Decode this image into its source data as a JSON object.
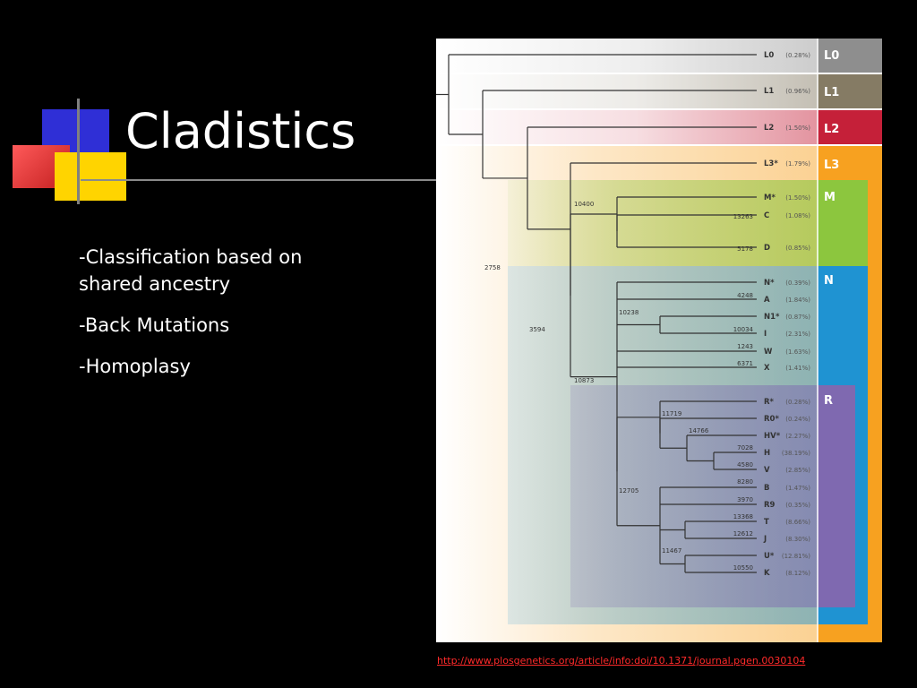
{
  "slide": {
    "title": "Cladistics",
    "bullets": [
      "-Classification based on shared ancestry",
      "-Back Mutations",
      "-Homoplasy"
    ],
    "citation": "http://www.plosgenetics.org/article/info:doi/10.1371/journal.pgen.0030104"
  },
  "colors": {
    "L0": "#8e8e8e",
    "L1": "#857b64",
    "L2": "#c52039",
    "L3": "#f7a120",
    "M": "#8cc63e",
    "N": "#1f93d2",
    "R": "#7f69b0"
  },
  "figure": {
    "bands": [
      "L0",
      "L1",
      "L2",
      "L3",
      "M",
      "N",
      "R"
    ],
    "leaves": [
      {
        "name": "L0",
        "pct": "(0.28%)"
      },
      {
        "name": "L1",
        "pct": "(0.96%)"
      },
      {
        "name": "L2",
        "pct": "(1.50%)"
      },
      {
        "name": "L3*",
        "pct": "(1.79%)"
      },
      {
        "name": "M*",
        "pct": "(1.50%)"
      },
      {
        "name": "C",
        "pct": "(1.08%)"
      },
      {
        "name": "D",
        "pct": "(0.85%)"
      },
      {
        "name": "N*",
        "pct": "(0.39%)"
      },
      {
        "name": "A",
        "pct": "(1.84%)"
      },
      {
        "name": "N1*",
        "pct": "(0.87%)"
      },
      {
        "name": "I",
        "pct": "(2.31%)"
      },
      {
        "name": "W",
        "pct": "(1.63%)"
      },
      {
        "name": "X",
        "pct": "(1.41%)"
      },
      {
        "name": "R*",
        "pct": "(0.28%)"
      },
      {
        "name": "R0*",
        "pct": "(0.24%)"
      },
      {
        "name": "HV*",
        "pct": "(2.27%)"
      },
      {
        "name": "H",
        "pct": "(38.19%)"
      },
      {
        "name": "V",
        "pct": "(2.85%)"
      },
      {
        "name": "B",
        "pct": "(1.47%)"
      },
      {
        "name": "R9",
        "pct": "(0.35%)"
      },
      {
        "name": "T",
        "pct": "(8.66%)"
      },
      {
        "name": "J",
        "pct": "(8.30%)"
      },
      {
        "name": "U*",
        "pct": "(12.81%)"
      },
      {
        "name": "K",
        "pct": "(8.12%)"
      }
    ],
    "ages": [
      "10400",
      "13263",
      "5178",
      "2758",
      "4248",
      "10238",
      "10034",
      "3594",
      "1243",
      "6371",
      "10873",
      "11719",
      "14766",
      "7028",
      "4580",
      "8280",
      "3970",
      "12705",
      "13368",
      "12612",
      "11467",
      "10550"
    ]
  }
}
